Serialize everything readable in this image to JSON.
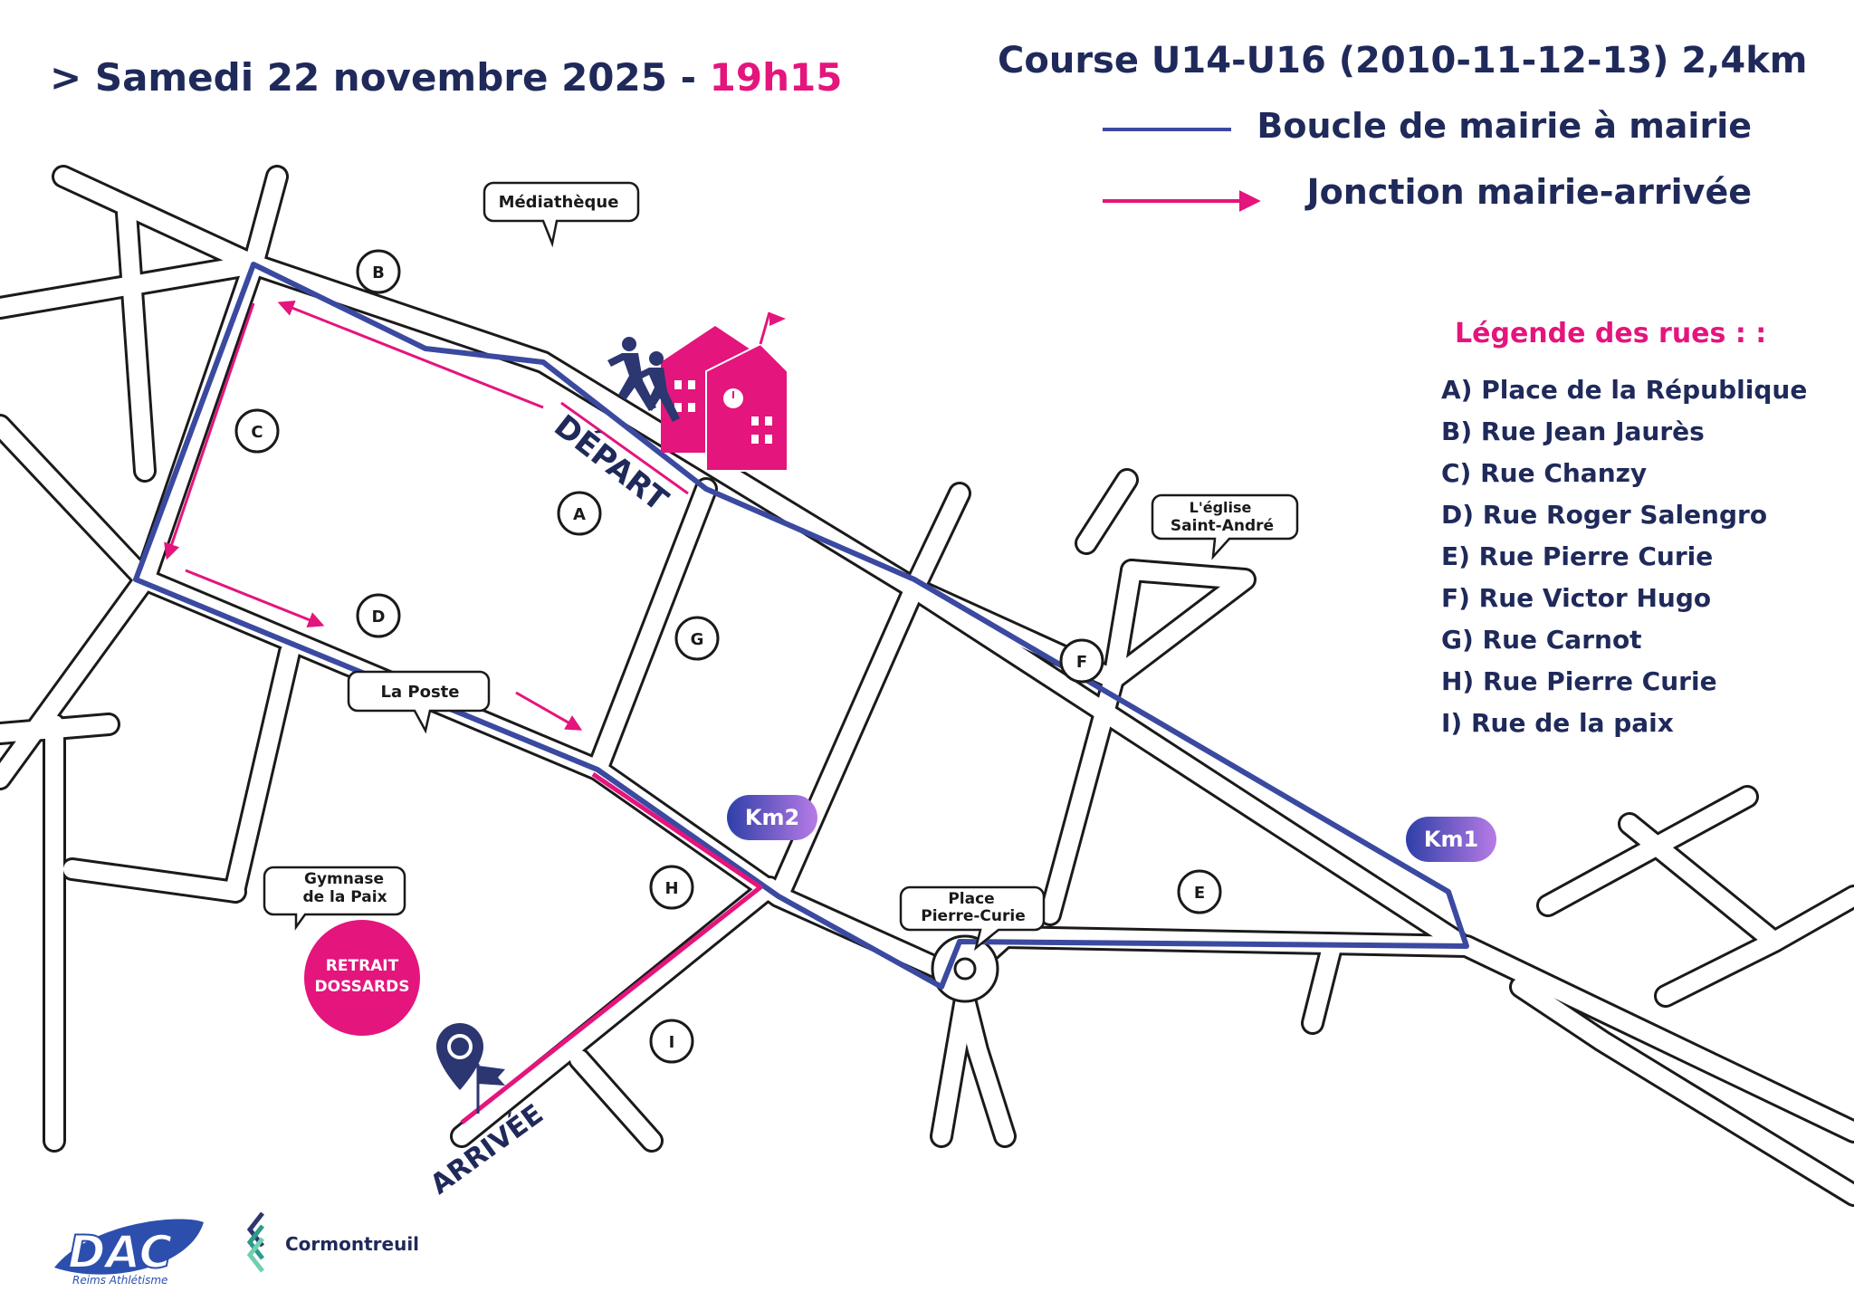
{
  "header": {
    "date_prefix": "> Samedi 22 novembre 2025 - ",
    "time": "19h15",
    "race_title": "Course U14-U16 (2010-11-12-13)  2,4km"
  },
  "route_legend": {
    "loop_label": "Boucle de mairie à mairie",
    "junction_label": "Jonction mairie-arrivée",
    "loop_color": "#3b4aa0",
    "junction_color": "#e4157c"
  },
  "street_legend": {
    "title": "Légende des rues :  :",
    "items": [
      "A) Place de la République",
      "B) Rue Jean Jaurès",
      "C) Rue Chanzy",
      "D) Rue Roger Salengro",
      "E) Rue Pierre Curie",
      "F) Rue Victor Hugo",
      "G) Rue Carnot",
      "H) Rue Pierre Curie",
      "I) Rue de la paix"
    ]
  },
  "map": {
    "street_letters": [
      "A",
      "B",
      "C",
      "D",
      "E",
      "F",
      "G",
      "H",
      "I"
    ],
    "landmarks": {
      "mediatheque": "Médiathèque",
      "eglise_line1": "L'église",
      "eglise_line2": "Saint-André",
      "poste": "La Poste",
      "gymnase_line1": "Gymnase",
      "gymnase_line2": "de la Paix",
      "place_line1": "Place",
      "place_line2": "Pierre-Curie"
    },
    "start_label": "DÉPART",
    "finish_label": "ARRIVÉE",
    "km_markers": [
      "Km1",
      "Km2"
    ],
    "bib_pickup_line1": "RETRAIT",
    "bib_pickup_line2": "DOSSARDS",
    "icons": [
      "town-hall-icon",
      "runners-icon",
      "finish-pin-icon",
      "finish-flag-icon"
    ]
  },
  "footer": {
    "logo_dac_text": "DAC",
    "logo_dac_subtitle": "Reims Athlétisme",
    "cormontreuil_text": "Cormontreuil"
  }
}
